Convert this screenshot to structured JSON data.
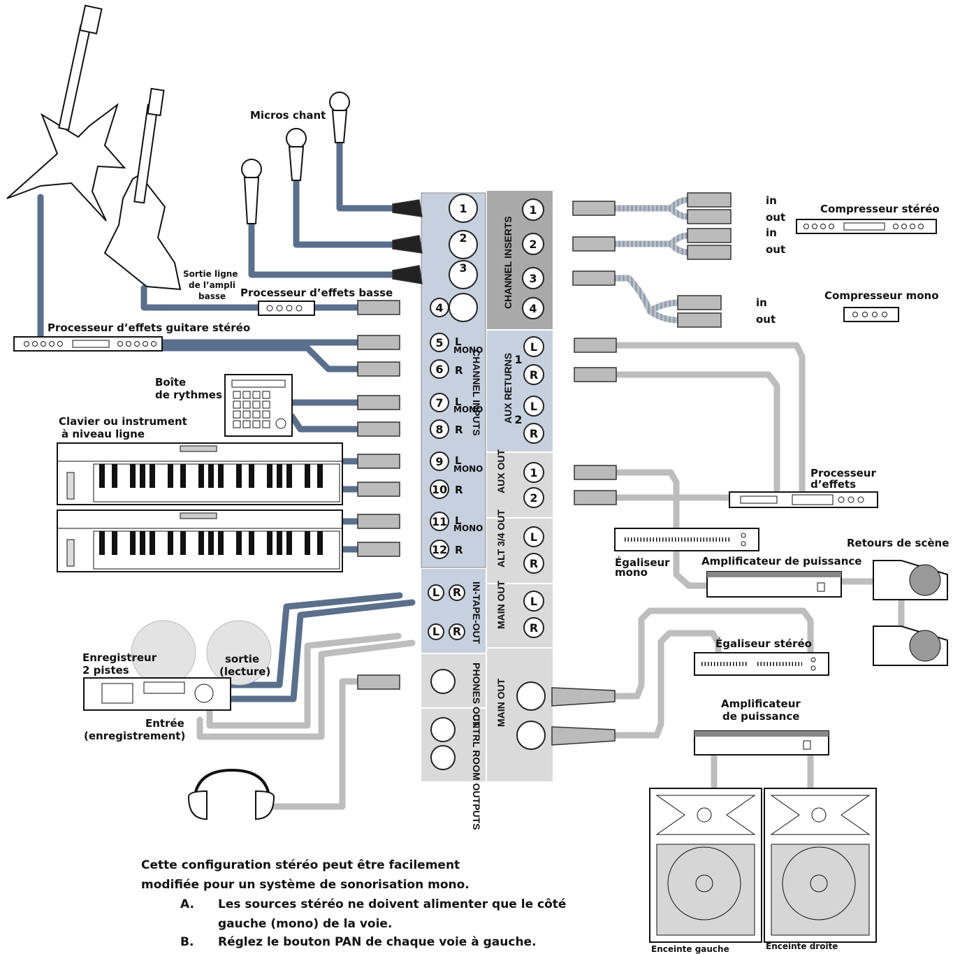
{
  "labels": {
    "vocal_mics": "Micros chant",
    "bass_amp_line_out": "Sortie ligne de l’ampli basse",
    "bass_fx": "Processeur d’effets basse",
    "guitar_fx": "Processeur d’effets guitare stéréo",
    "drum_machine_1": "Boîte",
    "drum_machine_2": "de rythmes",
    "keyboard_1": "Clavier ou instrument",
    "keyboard_2": "à niveau ligne",
    "stereo_comp": "Compresseur stéréo",
    "mono_comp": "Compresseur mono",
    "fx_proc_1": "Processeur",
    "fx_proc_2": "d’effets",
    "mono_eq_1": "Égaliseur",
    "mono_eq_2": "mono",
    "power_amp_1": "Amplificateur de puissance",
    "stage_monitors": "Retours de scène",
    "stereo_eq": "Égaliseur stéréo",
    "power_amp_2a": "Amplificateur",
    "power_amp_2b": "de puissance",
    "recorder_1": "Enregistreur",
    "recorder_2": "2 pistes",
    "rec_out_1": "sortie",
    "rec_out_2": "(lecture)",
    "rec_in_1": "Entrée",
    "rec_in_2": "(enregistrement)",
    "left_speaker": "Enceinte gauche",
    "right_speaker": "Enceinte droite",
    "in": "in",
    "out": "out"
  },
  "mixer": {
    "channel_inputs": "CHANNEL INPUTS",
    "channel_inserts": "CHANNEL INSERTS",
    "aux_returns": "AUX RETURNS",
    "aux_out": "AUX OUT",
    "alt34_out": "ALT 3/4 OUT",
    "main_out": "MAIN OUT",
    "in_tape_out": "IN-TAPE-OUT",
    "phones_out": "PHONES OUT",
    "ctrl_room": "CNTRL ROOM OUTPUTS",
    "mono": "MONO",
    "L": "L",
    "R": "R",
    "ch": [
      "1",
      "2",
      "3",
      "4",
      "5",
      "6",
      "7",
      "8",
      "9",
      "10",
      "11",
      "12"
    ],
    "ret_1": "1",
    "ret_2": "2"
  },
  "note": {
    "line1": "Cette configuration stéréo peut être facilement",
    "line2": "modifiée pour un système de sonorisation mono.",
    "a_letter": "A.",
    "a_text1": "Les sources stéréo ne doivent alimenter que le côté",
    "a_text2": "gauche (mono) de la voie.",
    "b_letter": "B.",
    "b_text": "Réglez le bouton PAN de chaque voie à gauche."
  }
}
